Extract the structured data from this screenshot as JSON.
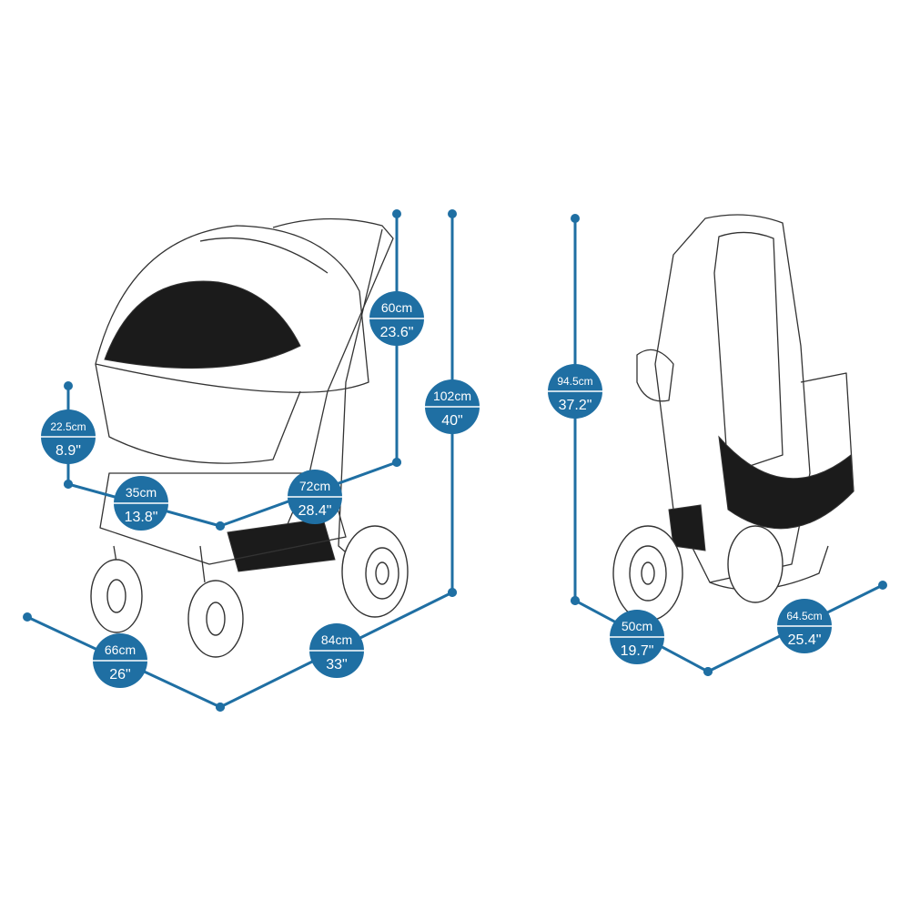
{
  "accent_color": "#1f6fa3",
  "views": {
    "unfolded": {
      "dimensions": [
        {
          "id": "handle-height",
          "metric": "60cm",
          "imperial": "23.6\""
        },
        {
          "id": "total-height",
          "metric": "102cm",
          "imperial": "40\""
        },
        {
          "id": "cabin-height",
          "metric": "22.5cm",
          "imperial": "8.9\""
        },
        {
          "id": "cabin-width",
          "metric": "35cm",
          "imperial": "13.8\""
        },
        {
          "id": "cabin-length",
          "metric": "72cm",
          "imperial": "28.4\""
        },
        {
          "id": "total-width",
          "metric": "66cm",
          "imperial": "26\""
        },
        {
          "id": "total-length",
          "metric": "84cm",
          "imperial": "33\""
        }
      ]
    },
    "folded": {
      "dimensions": [
        {
          "id": "folded-height",
          "metric": "94.5cm",
          "imperial": "37.2\""
        },
        {
          "id": "folded-width",
          "metric": "50cm",
          "imperial": "19.7\""
        },
        {
          "id": "folded-length",
          "metric": "64.5cm",
          "imperial": "25.4\""
        }
      ]
    }
  }
}
